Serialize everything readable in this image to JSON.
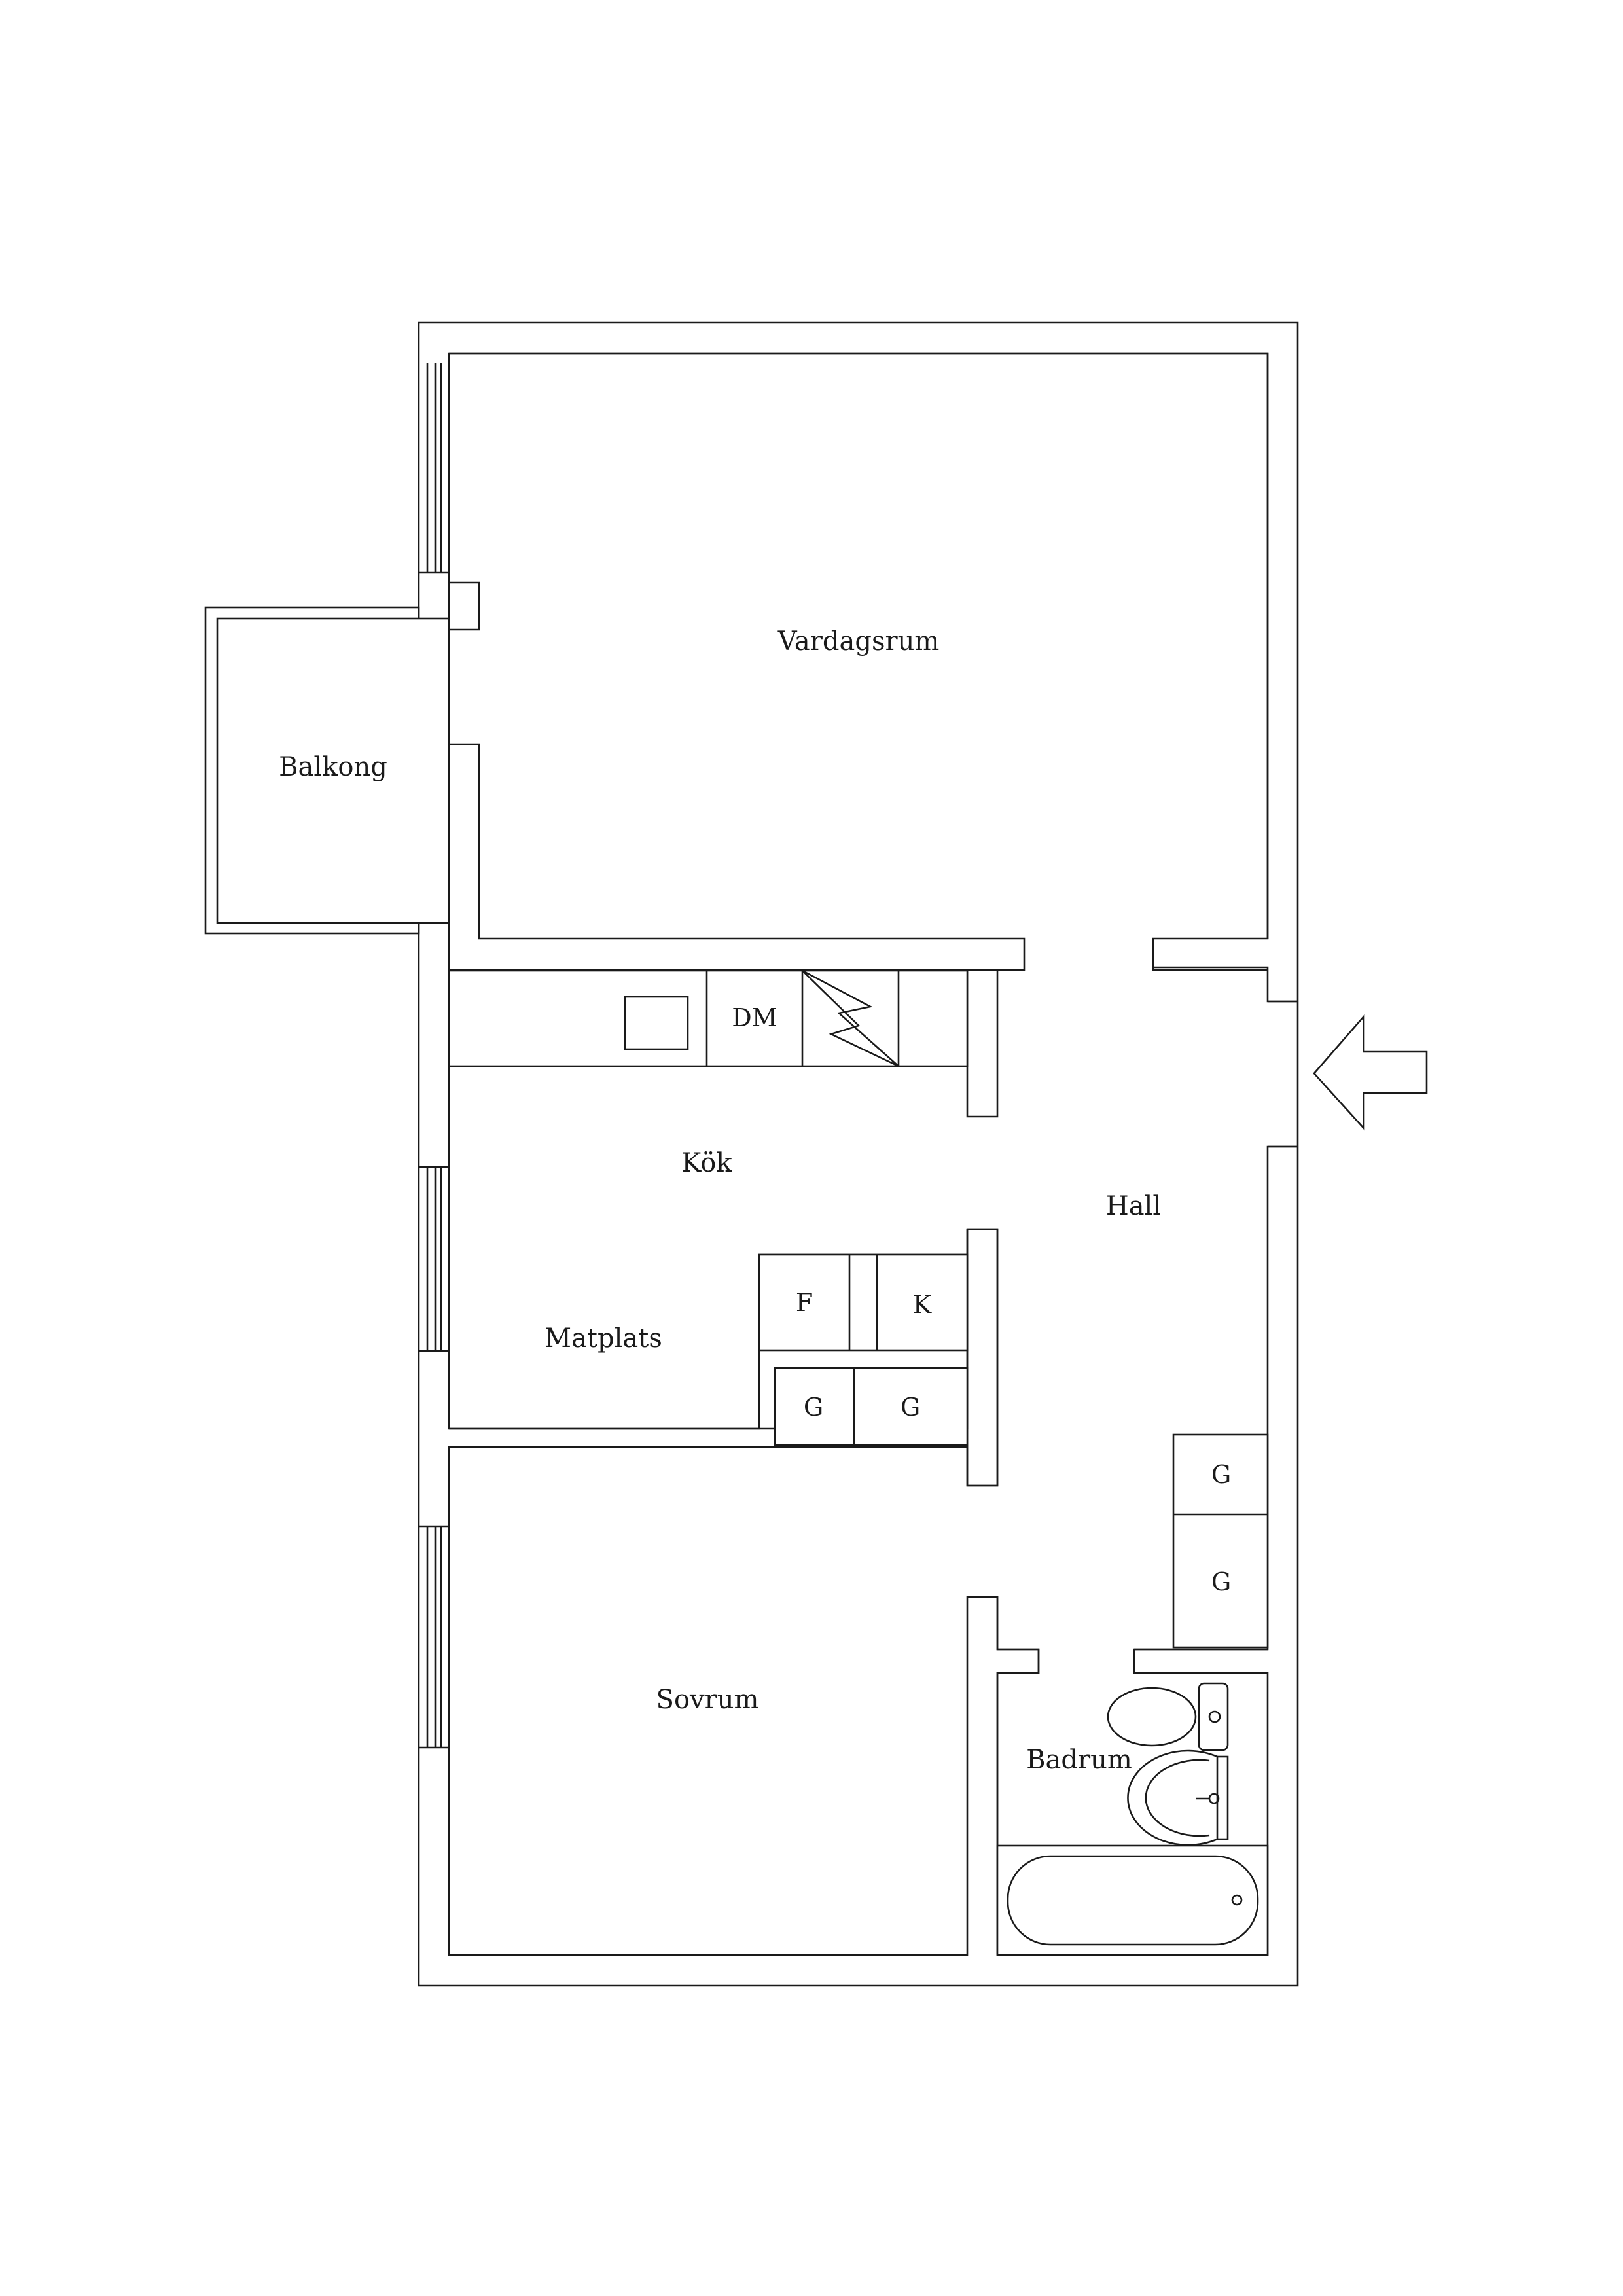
{
  "rooms": {
    "vardagsrum": "Vardagsrum",
    "balkong": "Balkong",
    "kok": "Kök",
    "hall": "Hall",
    "matplats": "Matplats",
    "sovrum": "Sovrum",
    "badrum": "Badrum"
  },
  "appliances": {
    "dishwasher": "DM",
    "fridge": "F",
    "freezer": "K",
    "wardrobe_kitchen_1": "G",
    "wardrobe_kitchen_2": "G",
    "wardrobe_hall_1": "G",
    "wardrobe_hall_2": "G"
  },
  "icons": {
    "entrance": "arrow-left-icon",
    "stove": "stove-icon",
    "toilet": "toilet-icon",
    "sink": "sink-icon",
    "bathtub": "bathtub-icon",
    "electric": "lightning-icon"
  }
}
